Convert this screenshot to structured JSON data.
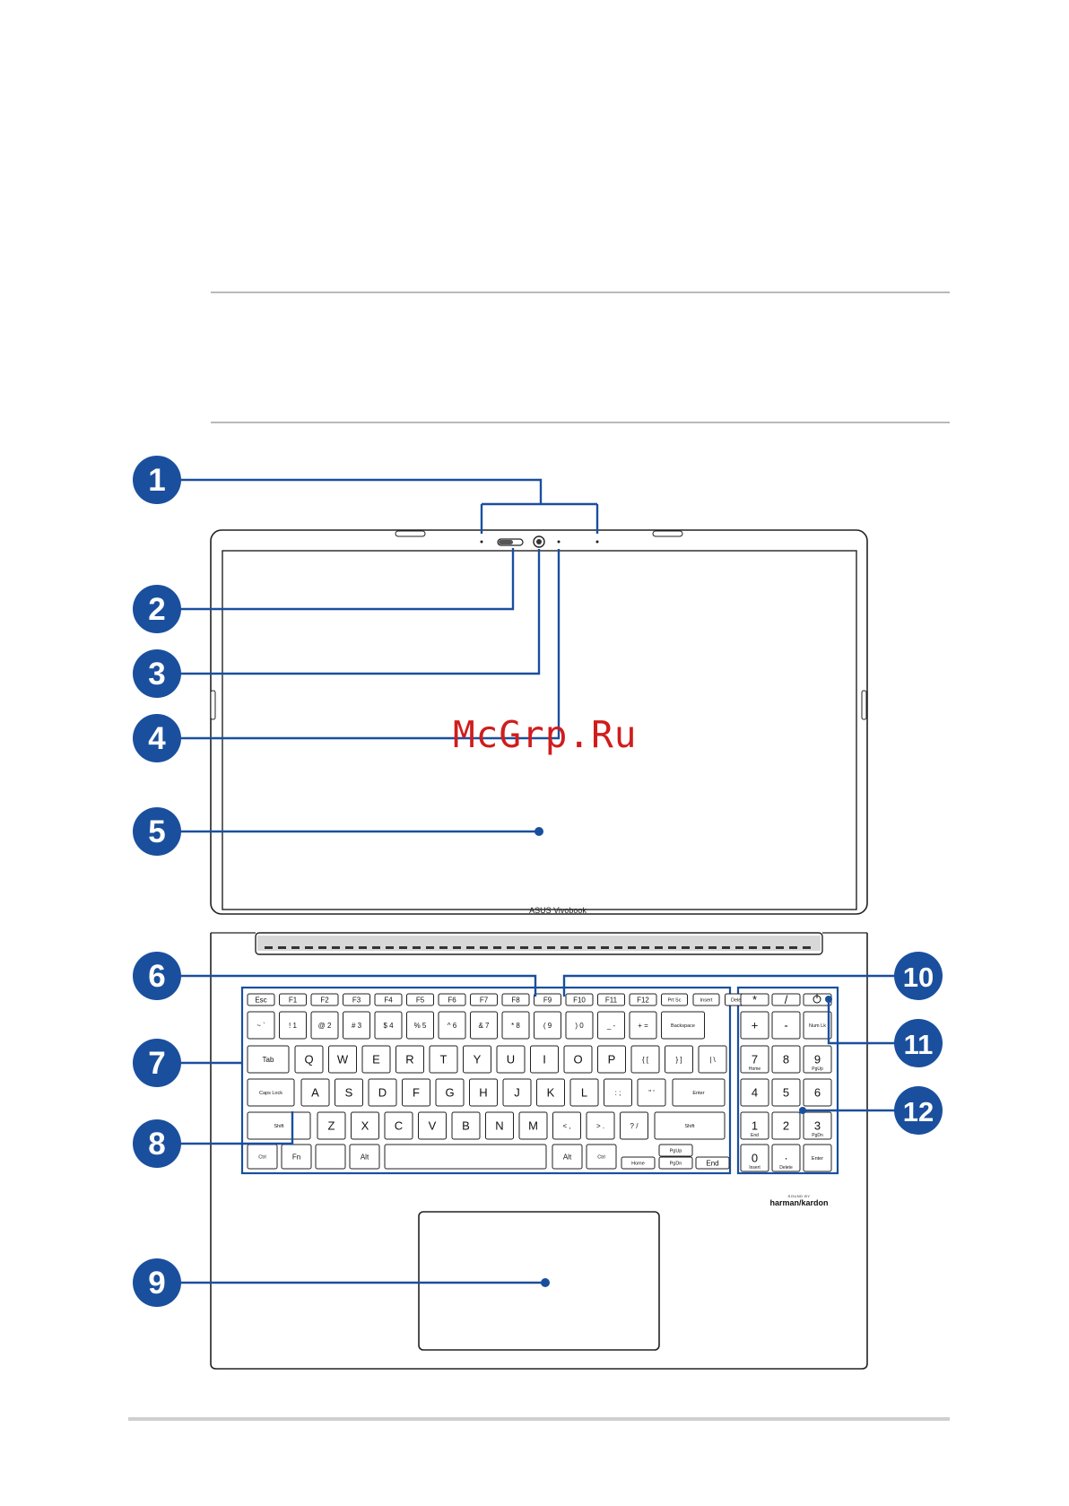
{
  "watermark": "McGrp.Ru",
  "laptop": {
    "screen_brand": "ASUS Vivobook",
    "audio_brand_small": "SOUND BY",
    "audio_brand": "harman/kardon"
  },
  "callouts": [
    "1",
    "2",
    "3",
    "4",
    "5",
    "6",
    "7",
    "8",
    "9",
    "10",
    "11",
    "12"
  ],
  "keyboard": {
    "row_fn": [
      "Esc",
      "F1",
      "F2",
      "F3",
      "F4",
      "F5",
      "F6",
      "F7",
      "F8",
      "F9",
      "F10",
      "F11",
      "F12",
      "Prt Sc",
      "Insert",
      "Delete"
    ],
    "row_num": [
      "~ `",
      "! 1",
      "@ 2",
      "# 3",
      "$ 4",
      "% 5",
      "^ 6",
      "& 7",
      "* 8",
      "( 9",
      ") 0",
      "_ -",
      "+ =",
      "Backspace"
    ],
    "row_q": [
      "Tab",
      "Q",
      "W",
      "E",
      "R",
      "T",
      "Y",
      "U",
      "I",
      "O",
      "P",
      "{ [",
      "} ]",
      "| \\"
    ],
    "row_a": [
      "Caps Lock",
      "A",
      "S",
      "D",
      "F",
      "G",
      "H",
      "J",
      "K",
      "L",
      ": ;",
      "\" '",
      "Enter"
    ],
    "row_z": [
      "Shift",
      "Z",
      "X",
      "C",
      "V",
      "B",
      "N",
      "M",
      "< ,",
      "> .",
      "? /",
      "Shift"
    ],
    "row_ctrl": [
      "Ctrl",
      "Fn",
      "",
      "Alt",
      "",
      "Alt",
      "Ctrl"
    ],
    "arrows": [
      "PgUp",
      "Home",
      "PgDn",
      "End"
    ],
    "numpad": [
      "*",
      "/",
      "",
      "+",
      "-",
      "Num Lk",
      "7",
      "8",
      "9",
      "4",
      "5",
      "6",
      "1",
      "2",
      "3",
      "0",
      "·",
      "Enter"
    ],
    "numpad_sub": [
      "",
      "",
      "",
      "",
      "",
      "",
      "Home",
      "",
      "PgUp",
      "",
      "",
      "",
      "End",
      "",
      "PgDn",
      "Insert",
      "Delete",
      ""
    ]
  }
}
